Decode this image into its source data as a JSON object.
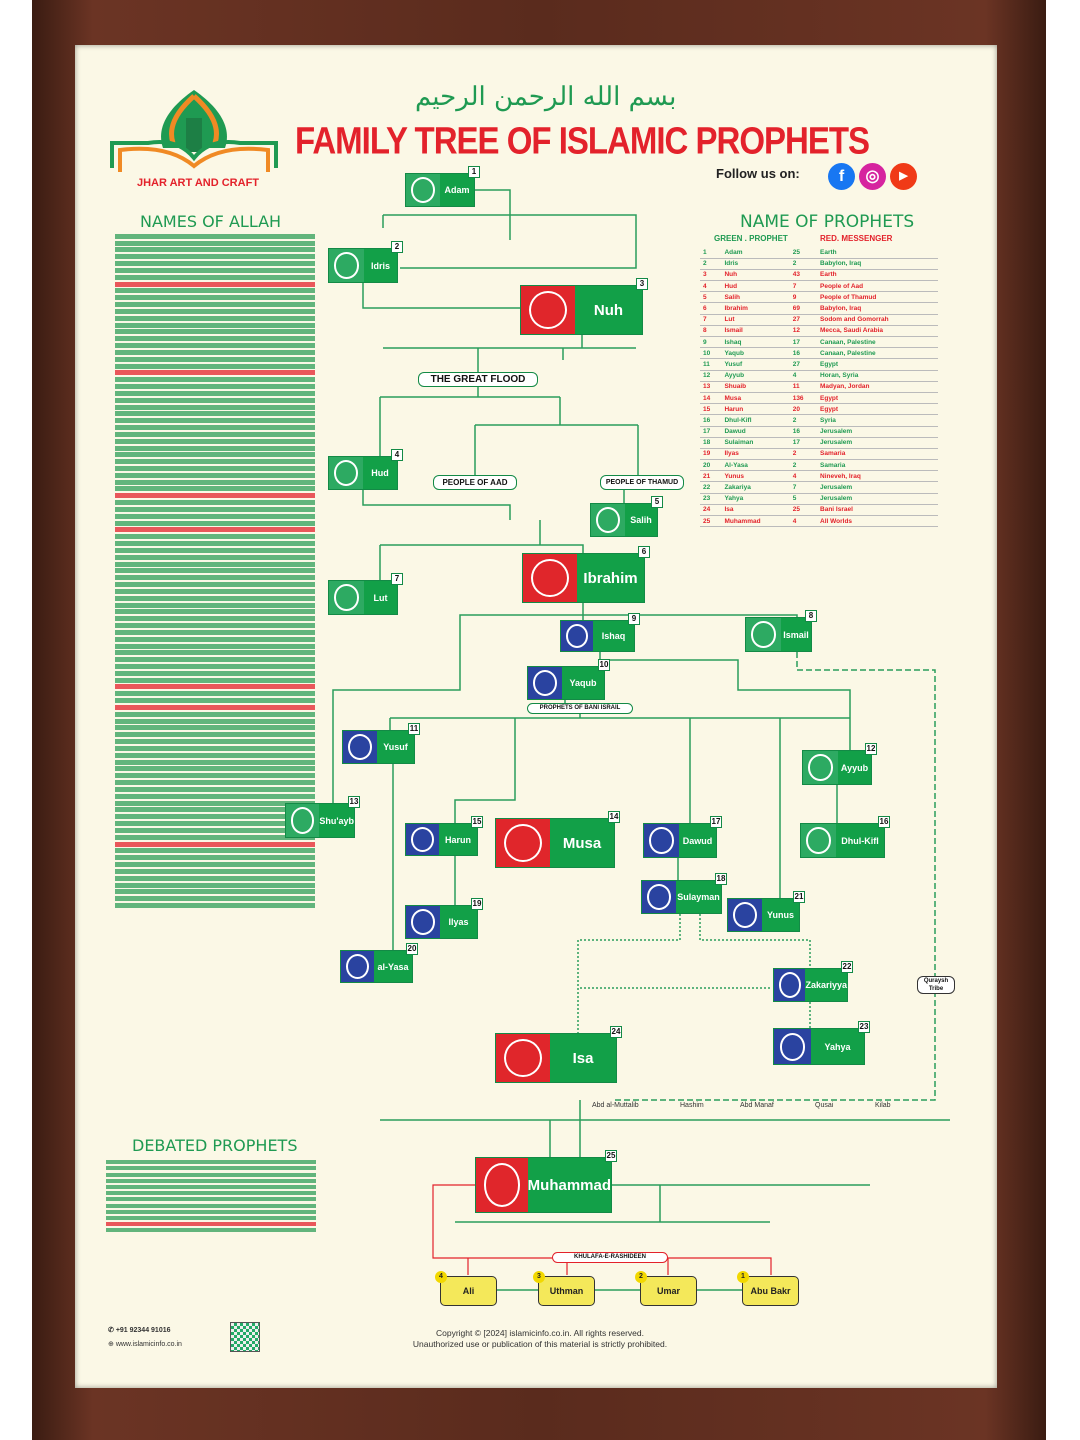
{
  "header": {
    "bismillah": "بسم الله الرحمن الرحيم",
    "title": "FAMILY TREE OF ISLAMIC PROPHETS",
    "follow_label": "Follow us on:",
    "social": [
      {
        "name": "facebook",
        "glyph": "f",
        "color": "#1877f2"
      },
      {
        "name": "instagram",
        "glyph": "◎",
        "color": "#d6249f"
      },
      {
        "name": "youtube",
        "glyph": "▶",
        "color": "#f03a17"
      }
    ]
  },
  "logo": {
    "text": "JHAR ART AND CRAFT"
  },
  "names_of_allah": {
    "title": "NAMES OF ALLAH"
  },
  "prophet_table": {
    "title": "NAME OF PROPHETS",
    "legend_green": "GREEN . PROPHET",
    "legend_red": "RED. MESSENGER",
    "rows": [
      {
        "n": "1",
        "name": "Adam",
        "count": "25",
        "place": "Earth",
        "type": "green"
      },
      {
        "n": "2",
        "name": "Idris",
        "count": "2",
        "place": "Babylon, Iraq",
        "type": "green"
      },
      {
        "n": "3",
        "name": "Nuh",
        "count": "43",
        "place": "Earth",
        "type": "red"
      },
      {
        "n": "4",
        "name": "Hud",
        "count": "7",
        "place": "People of Aad",
        "type": "red"
      },
      {
        "n": "5",
        "name": "Salih",
        "count": "9",
        "place": "People of Thamud",
        "type": "red"
      },
      {
        "n": "6",
        "name": "Ibrahim",
        "count": "69",
        "place": "Babylon, Iraq",
        "type": "red"
      },
      {
        "n": "7",
        "name": "Lut",
        "count": "27",
        "place": "Sodom and Gomorrah",
        "type": "red"
      },
      {
        "n": "8",
        "name": "Ismail",
        "count": "12",
        "place": "Mecca, Saudi Arabia",
        "type": "red"
      },
      {
        "n": "9",
        "name": "Ishaq",
        "count": "17",
        "place": "Canaan, Palestine",
        "type": "green"
      },
      {
        "n": "10",
        "name": "Yaqub",
        "count": "16",
        "place": "Canaan, Palestine",
        "type": "green"
      },
      {
        "n": "11",
        "name": "Yusuf",
        "count": "27",
        "place": "Egypt",
        "type": "green"
      },
      {
        "n": "12",
        "name": "Ayyub",
        "count": "4",
        "place": "Horan, Syria",
        "type": "green"
      },
      {
        "n": "13",
        "name": "Shuaib",
        "count": "11",
        "place": "Madyan, Jordan",
        "type": "red"
      },
      {
        "n": "14",
        "name": "Musa",
        "count": "136",
        "place": "Egypt",
        "type": "red"
      },
      {
        "n": "15",
        "name": "Harun",
        "count": "20",
        "place": "Egypt",
        "type": "red"
      },
      {
        "n": "16",
        "name": "Dhul-Kifl",
        "count": "2",
        "place": "Syria",
        "type": "green"
      },
      {
        "n": "17",
        "name": "Dawud",
        "count": "16",
        "place": "Jerusalem",
        "type": "green"
      },
      {
        "n": "18",
        "name": "Sulaiman",
        "count": "17",
        "place": "Jerusalem",
        "type": "green"
      },
      {
        "n": "19",
        "name": "Ilyas",
        "count": "2",
        "place": "Samaria",
        "type": "red"
      },
      {
        "n": "20",
        "name": "Al-Yasa",
        "count": "2",
        "place": "Samaria",
        "type": "green"
      },
      {
        "n": "21",
        "name": "Yunus",
        "count": "4",
        "place": "Nineveh, Iraq",
        "type": "red"
      },
      {
        "n": "22",
        "name": "Zakariya",
        "count": "7",
        "place": "Jerusalem",
        "type": "green"
      },
      {
        "n": "23",
        "name": "Yahya",
        "count": "5",
        "place": "Jerusalem",
        "type": "green"
      },
      {
        "n": "24",
        "name": "Isa",
        "count": "25",
        "place": "Bani Israel",
        "type": "red"
      },
      {
        "n": "25",
        "name": "Muhammad",
        "count": "4",
        "place": "All Worlds",
        "type": "red"
      }
    ]
  },
  "tree": {
    "prophets": [
      {
        "n": "1",
        "name": "Adam",
        "type": "green"
      },
      {
        "n": "2",
        "name": "Idris",
        "type": "green"
      },
      {
        "n": "3",
        "name": "Nuh",
        "type": "red"
      },
      {
        "n": "4",
        "name": "Hud",
        "type": "green"
      },
      {
        "n": "5",
        "name": "Salih",
        "type": "green"
      },
      {
        "n": "6",
        "name": "Ibrahim",
        "type": "red"
      },
      {
        "n": "7",
        "name": "Lut",
        "type": "green"
      },
      {
        "n": "8",
        "name": "Ismail",
        "type": "green"
      },
      {
        "n": "9",
        "name": "Ishaq",
        "type": "blue"
      },
      {
        "n": "10",
        "name": "Yaqub",
        "type": "blue"
      },
      {
        "n": "11",
        "name": "Yusuf",
        "type": "blue"
      },
      {
        "n": "12",
        "name": "Ayyub",
        "type": "green"
      },
      {
        "n": "13",
        "name": "Shu'ayb",
        "type": "green"
      },
      {
        "n": "14",
        "name": "Musa",
        "type": "red"
      },
      {
        "n": "15",
        "name": "Harun",
        "type": "blue"
      },
      {
        "n": "16",
        "name": "Dhul-Kifl",
        "type": "green"
      },
      {
        "n": "17",
        "name": "Dawud",
        "type": "blue"
      },
      {
        "n": "18",
        "name": "Sulayman",
        "type": "blue"
      },
      {
        "n": "19",
        "name": "Ilyas",
        "type": "blue"
      },
      {
        "n": "20",
        "name": "al-Yasa",
        "type": "blue"
      },
      {
        "n": "21",
        "name": "Yunus",
        "type": "blue"
      },
      {
        "n": "22",
        "name": "Zakariyya",
        "type": "blue"
      },
      {
        "n": "23",
        "name": "Yahya",
        "type": "blue"
      },
      {
        "n": "24",
        "name": "Isa",
        "type": "red"
      },
      {
        "n": "25",
        "name": "Muhammad",
        "type": "red"
      }
    ],
    "banners": [
      "THE GREAT FLOOD",
      "PEOPLE OF AAD",
      "PEOPLE OF THAMUD",
      "PROPHETS OF BANI ISRAIL",
      "KHULAFA-E-RASHIDEEN"
    ],
    "caliphs": [
      {
        "n": "4",
        "name": "Ali"
      },
      {
        "n": "3",
        "name": "Uthman"
      },
      {
        "n": "2",
        "name": "Umar"
      },
      {
        "n": "1",
        "name": "Abu Bakr"
      }
    ],
    "ancestors": [
      "Abd al-Muttalib",
      "Hashim",
      "Abd Manaf",
      "Qusai",
      "Kilab"
    ],
    "chain_label": "Quraysh Tribe"
  },
  "debated": {
    "title": "DEBATED PROPHETS"
  },
  "contact": {
    "phone": "+91 92344 91016",
    "website": "www.islamicinfo.co.in"
  },
  "footer": {
    "copyright": "Copyright © [2024] islamicinfo.co.in. All rights reserved.",
    "notice": "Unauthorized use or publication of this material is strictly prohibited."
  },
  "colors": {
    "green": "#1f9a52",
    "red": "#e3222b",
    "blue": "#2a43a0",
    "yellow": "#f4e85a",
    "frame": "#5a2b1d",
    "paper": "#fbf8e6"
  }
}
